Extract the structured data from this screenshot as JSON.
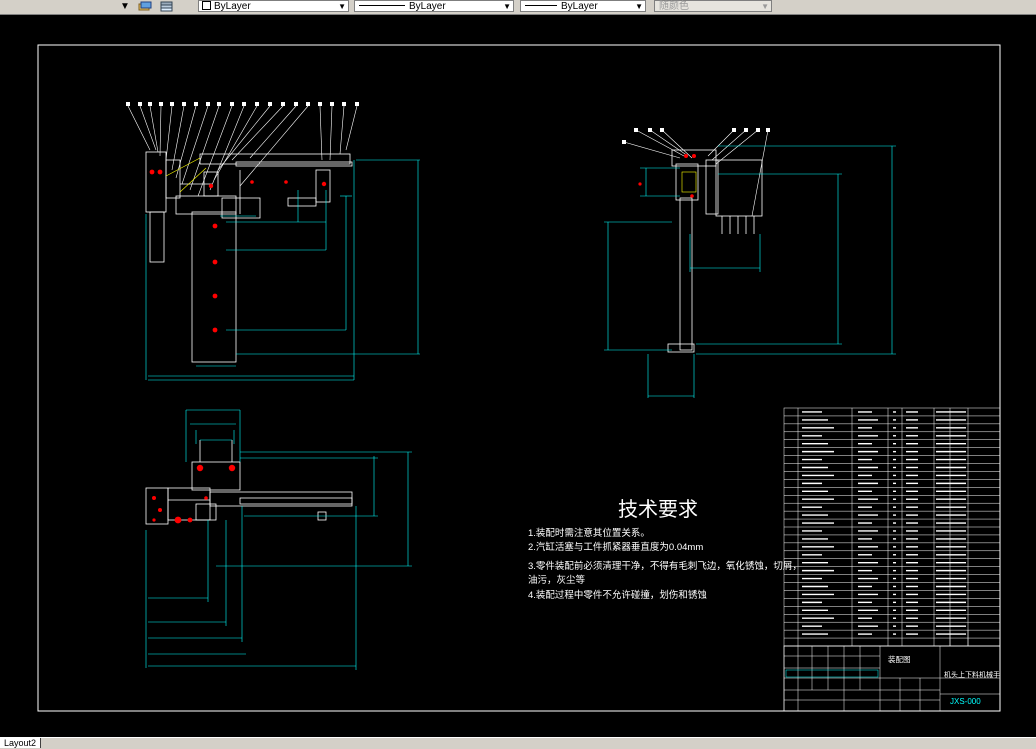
{
  "toolbar": {
    "color_combo": "ByLayer",
    "linetype_combo": "ByLayer",
    "lineweight_combo": "ByLayer",
    "plotstyle_combo": "随颜色"
  },
  "drawing": {
    "tech_req_title": "技术要求",
    "tech_req_lines": [
      "1.装配时需注意其位置关系。",
      "2.汽缸活塞与工件抓紧器垂直度为0.04mm",
      "3.零件装配前必须清理干净，不得有毛刺飞边，氧化锈蚀，切屑，",
      "油污，灰尘等",
      "4.装配过程中零件不允许碰撞，划伤和锈蚀"
    ],
    "title_block": {
      "title": "装配图",
      "name": "机头上下料机械手",
      "drawing_no": "JXS-000"
    }
  },
  "status": {
    "layout_tab": "Layout2"
  },
  "colors": {
    "canvas": "#000000",
    "frame": "#ffffff",
    "dimension": "#00ffff",
    "hole": "#ff0000",
    "part": "#ffffff",
    "highlight": "#ffff00"
  }
}
